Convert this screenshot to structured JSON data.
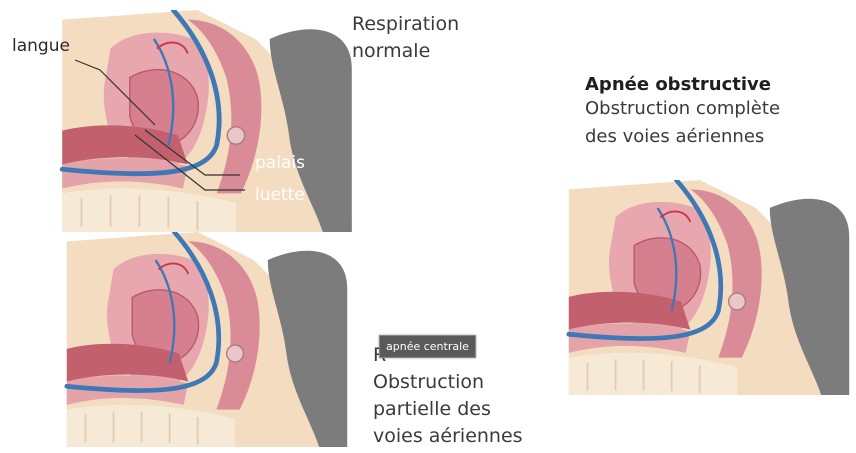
{
  "labels": {
    "langue": "langue",
    "palais": "palais",
    "luette": "luette"
  },
  "normal": {
    "caption_line1": "Respiration",
    "caption_line2": "normale"
  },
  "obstructive": {
    "title": "Apnée obstructive",
    "line1": "Obstruction complète",
    "line2": "des voies aériennes"
  },
  "partial": {
    "hidden_prefix": "R",
    "line1": "Obstruction",
    "line2": "partielle des",
    "line3": "voies aériennes"
  },
  "tooltip": {
    "text": "apnée centrale"
  },
  "colors": {
    "skin": "#f3dcc0",
    "head_gray": "#7c7c7c",
    "tissue": "#e8a6ae",
    "tissue_dark": "#c56a7a",
    "airway": "#3f78b6",
    "bone": "#f6ead6"
  }
}
